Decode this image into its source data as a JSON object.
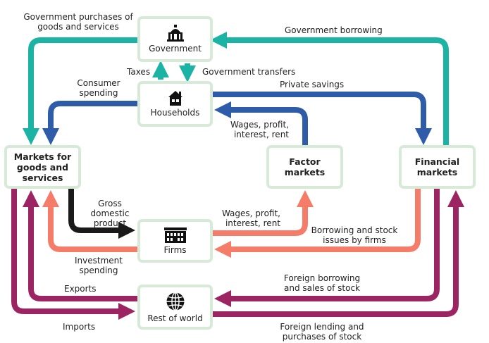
{
  "nodes": {
    "government": "Government",
    "households": "Households",
    "markets": "Markets for goods and services",
    "factor": "Factor markets",
    "financial": "Financial markets",
    "firms": "Firms",
    "world": "Rest of world"
  },
  "labels": {
    "gov_purchases": "Government purchases of goods and services",
    "gov_borrowing": "Government borrowing",
    "taxes": "Taxes",
    "gov_transfers": "Government transfers",
    "consumer_spending": "Consumer spending",
    "private_savings": "Private savings",
    "wages_top": "Wages, profit, interest, rent",
    "gdp": "Gross domestic product",
    "wages_bottom": "Wages, profit, interest, rent",
    "borrowing_stock": "Borrowing and stock issues by firms",
    "investment": "Investment spending",
    "exports": "Exports",
    "foreign_borrowing": "Foreign borrowing and sales of stock",
    "imports": "Imports",
    "foreign_lending": "Foreign lending and purchases of stock"
  },
  "colors": {
    "teal": "#1bb3a3",
    "blue": "#2e5ca8",
    "black": "#1a1a1a",
    "salmon": "#f47c68",
    "purple": "#9c2463",
    "box_border": "#d7ead8"
  },
  "icons": {
    "government": "capitol-building-icon",
    "households": "house-icon",
    "firms": "factory-icon",
    "world": "globe-icon"
  }
}
